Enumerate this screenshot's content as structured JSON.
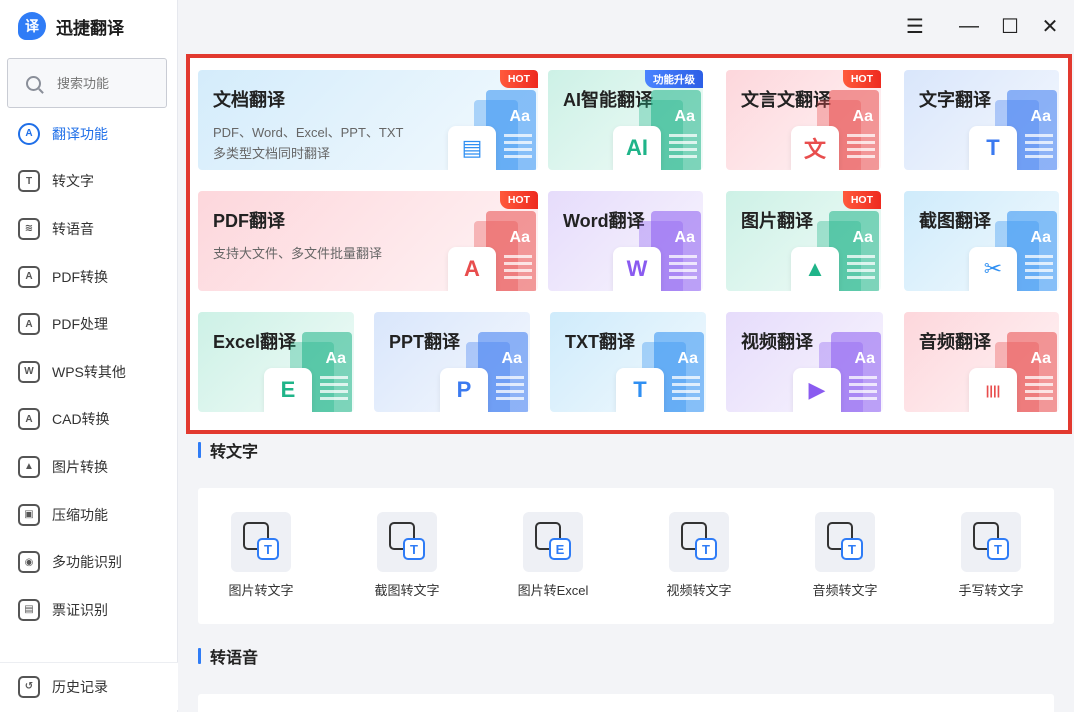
{
  "app": {
    "title": "迅捷翻译",
    "logo_glyph": "译"
  },
  "search": {
    "placeholder": "搜索功能"
  },
  "sidebar": {
    "items": [
      {
        "label": "翻译功能",
        "icon": "translate-icon",
        "glyph": "A"
      },
      {
        "label": "转文字",
        "icon": "text-icon",
        "glyph": "T"
      },
      {
        "label": "转语音",
        "icon": "voice-icon",
        "glyph": "≋"
      },
      {
        "label": "PDF转换",
        "icon": "pdf-convert-icon",
        "glyph": "A"
      },
      {
        "label": "PDF处理",
        "icon": "pdf-process-icon",
        "glyph": "A"
      },
      {
        "label": "WPS转其他",
        "icon": "wps-icon",
        "glyph": "W"
      },
      {
        "label": "CAD转换",
        "icon": "cad-icon",
        "glyph": "A"
      },
      {
        "label": "图片转换",
        "icon": "image-icon",
        "glyph": "▲"
      },
      {
        "label": "压缩功能",
        "icon": "compress-icon",
        "glyph": "▣"
      },
      {
        "label": "多功能识别",
        "icon": "recognize-icon",
        "glyph": "◉"
      },
      {
        "label": "票证识别",
        "icon": "ticket-icon",
        "glyph": "▤"
      }
    ],
    "history": {
      "label": "历史记录",
      "icon": "history-icon",
      "glyph": "↺"
    }
  },
  "window_controls": {
    "menu": "☰",
    "minimize": "—",
    "maximize": "☐",
    "close": "✕"
  },
  "cards": [
    {
      "title": "文档翻译",
      "desc1": "PDF、Word、Excel、PPT、TXT",
      "desc2": "多类型文档同时翻译",
      "badge": "HOT",
      "chip": "▤",
      "accent": "#2f8ff2",
      "bg": "#d4ecfb"
    },
    {
      "title": "AI智能翻译",
      "badge": "功能升级",
      "chip": "AI",
      "accent": "#1fb489",
      "bg": "#cdf1e6"
    },
    {
      "title": "文言文翻译",
      "badge": "HOT",
      "chip": "文",
      "accent": "#e84d4d",
      "bg": "#fdd7dc"
    },
    {
      "title": "文字翻译",
      "chip": "T",
      "accent": "#3b7af0",
      "bg": "#d9e6fb"
    },
    {
      "title": "PDF翻译",
      "desc1": "支持大文件、多文件批量翻译",
      "badge": "HOT",
      "chip": "A",
      "accent": "#e84d4d",
      "bg": "#fdd7dc"
    },
    {
      "title": "Word翻译",
      "chip": "W",
      "accent": "#8a5bf0",
      "bg": "#e6dcfb"
    },
    {
      "title": "图片翻译",
      "badge": "HOT",
      "chip": "▲",
      "accent": "#1fb489",
      "bg": "#cdf1e6"
    },
    {
      "title": "截图翻译",
      "chip": "✂",
      "accent": "#2f8ff2",
      "bg": "#cfebfb"
    },
    {
      "title": "Excel翻译",
      "chip": "E",
      "accent": "#1fb489",
      "bg": "#cdf1e6"
    },
    {
      "title": "PPT翻译",
      "chip": "P",
      "accent": "#3b7af0",
      "bg": "#d9e6fb"
    },
    {
      "title": "TXT翻译",
      "chip": "T",
      "accent": "#2f8ff2",
      "bg": "#cfebfb"
    },
    {
      "title": "视频翻译",
      "chip": "▶",
      "accent": "#8a5bf0",
      "bg": "#e6dcfb"
    },
    {
      "title": "音频翻译",
      "chip": "||||",
      "accent": "#e84d4d",
      "bg": "#fdd7dc"
    }
  ],
  "card_doc_label": "Aa",
  "sections": {
    "to_text": {
      "title": "转文字",
      "tools": [
        {
          "label": "图片转文字",
          "sub": "T",
          "icon": "image-to-text-icon"
        },
        {
          "label": "截图转文字",
          "sub": "T",
          "icon": "screenshot-to-text-icon"
        },
        {
          "label": "图片转Excel",
          "sub": "E",
          "icon": "image-to-excel-icon"
        },
        {
          "label": "视频转文字",
          "sub": "T",
          "icon": "video-to-text-icon"
        },
        {
          "label": "音频转文字",
          "sub": "T",
          "icon": "audio-to-text-icon"
        },
        {
          "label": "手写转文字",
          "sub": "T",
          "icon": "handwriting-to-text-icon"
        }
      ]
    },
    "to_voice": {
      "title": "转语音"
    }
  }
}
